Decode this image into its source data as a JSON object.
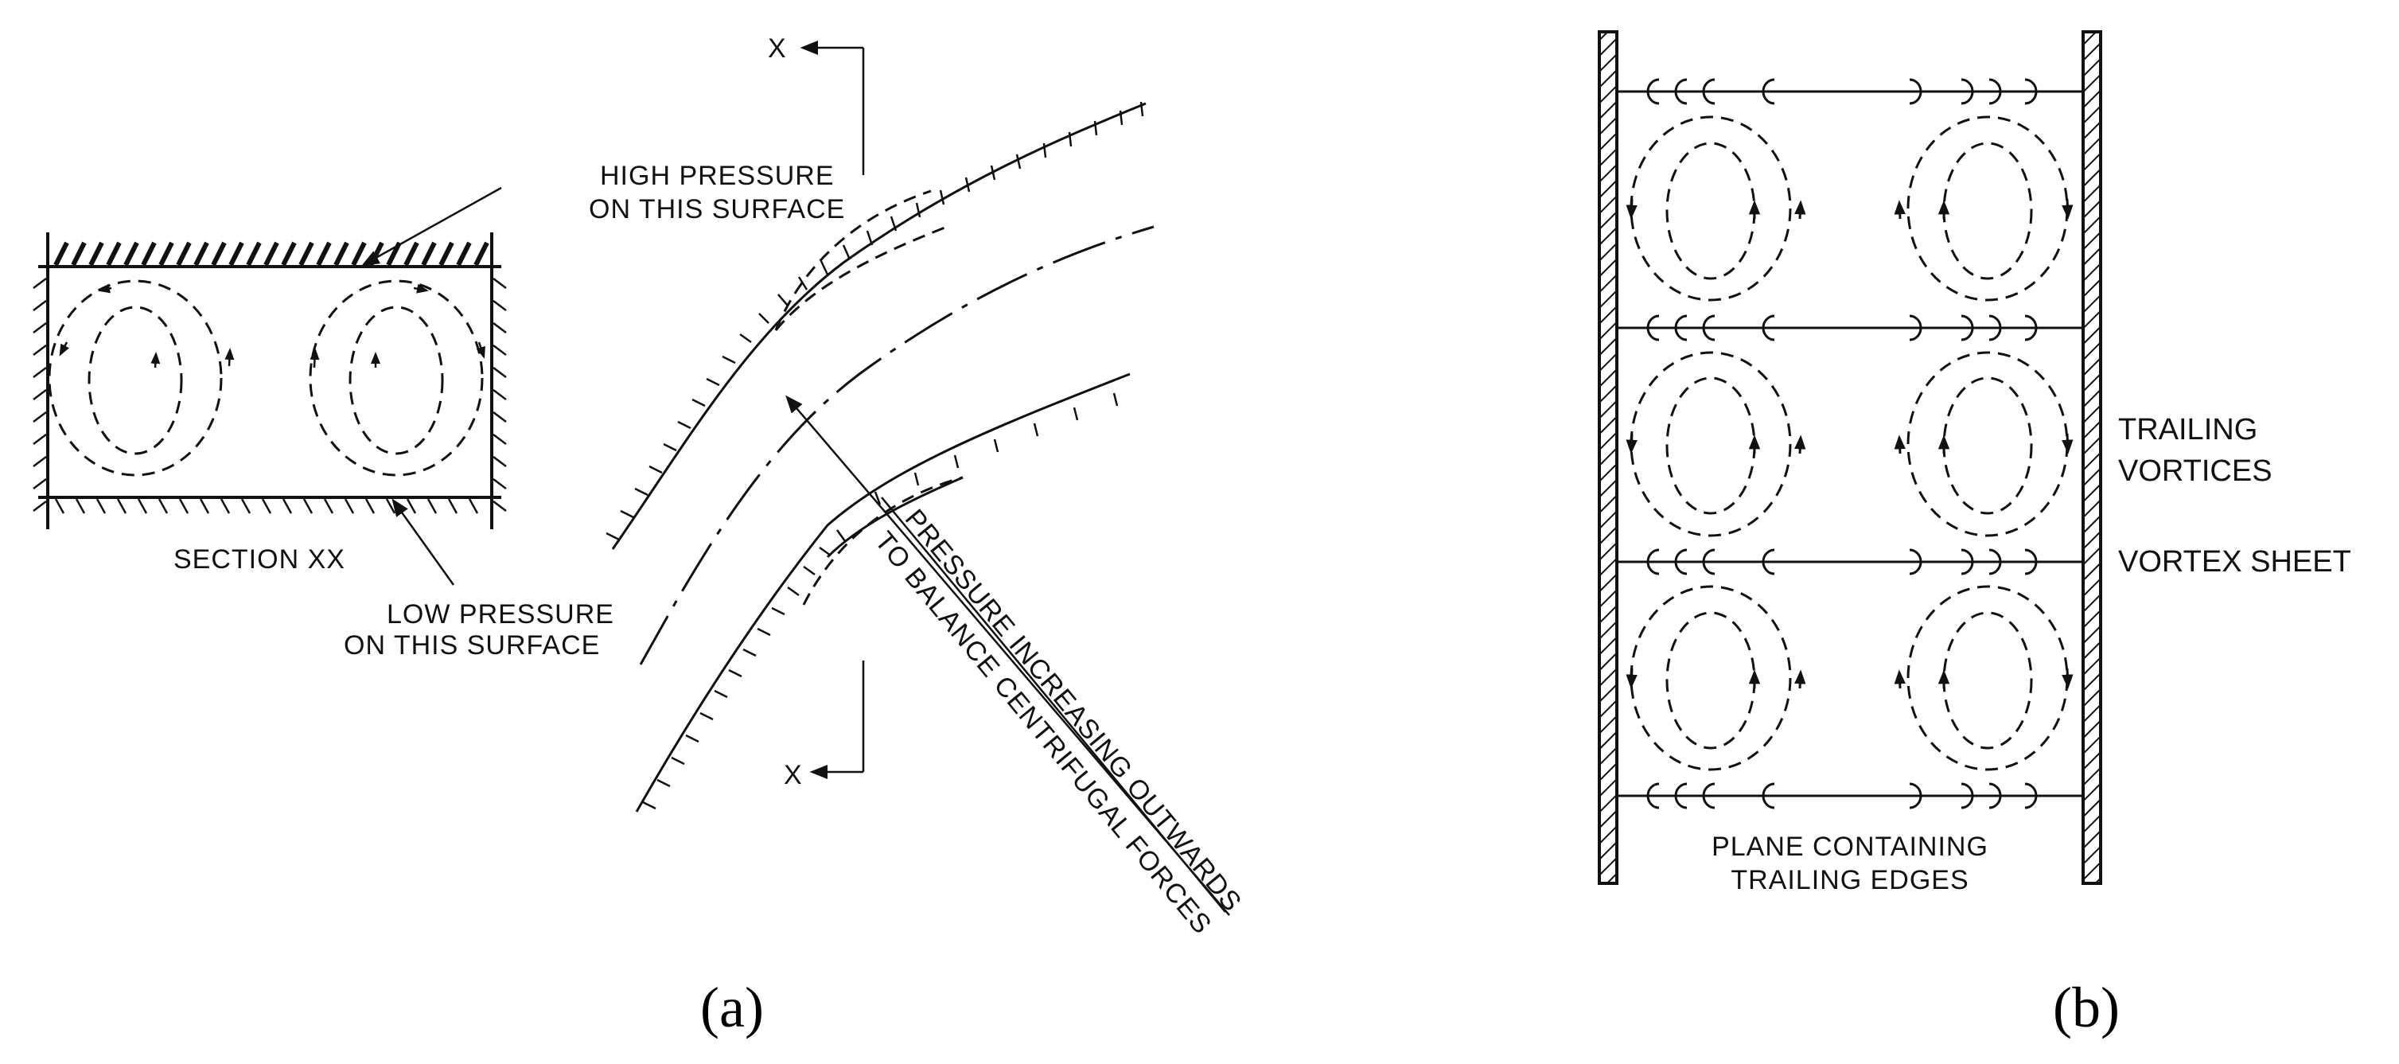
{
  "panel_a": {
    "caption": "(a)",
    "labels": {
      "high_pressure_1": "HIGH PRESSURE",
      "high_pressure_2": "ON THIS SURFACE",
      "section": "SECTION XX",
      "low_pressure_1": "LOW PRESSURE",
      "low_pressure_2": "ON THIS SURFACE",
      "x_top": "X",
      "x_bottom": "X",
      "pressure_note_1": "PRESSURE INCREASING OUTWARDS",
      "pressure_note_2": "TO BALANCE CENTRIFUGAL FORCES"
    }
  },
  "panel_b": {
    "caption": "(b)",
    "labels": {
      "trailing_1": "TRAILING",
      "trailing_2": "VORTICES",
      "vortex_sheet": "VORTEX SHEET",
      "plane_1": "PLANE CONTAINING",
      "plane_2": "TRAILING EDGES"
    }
  }
}
